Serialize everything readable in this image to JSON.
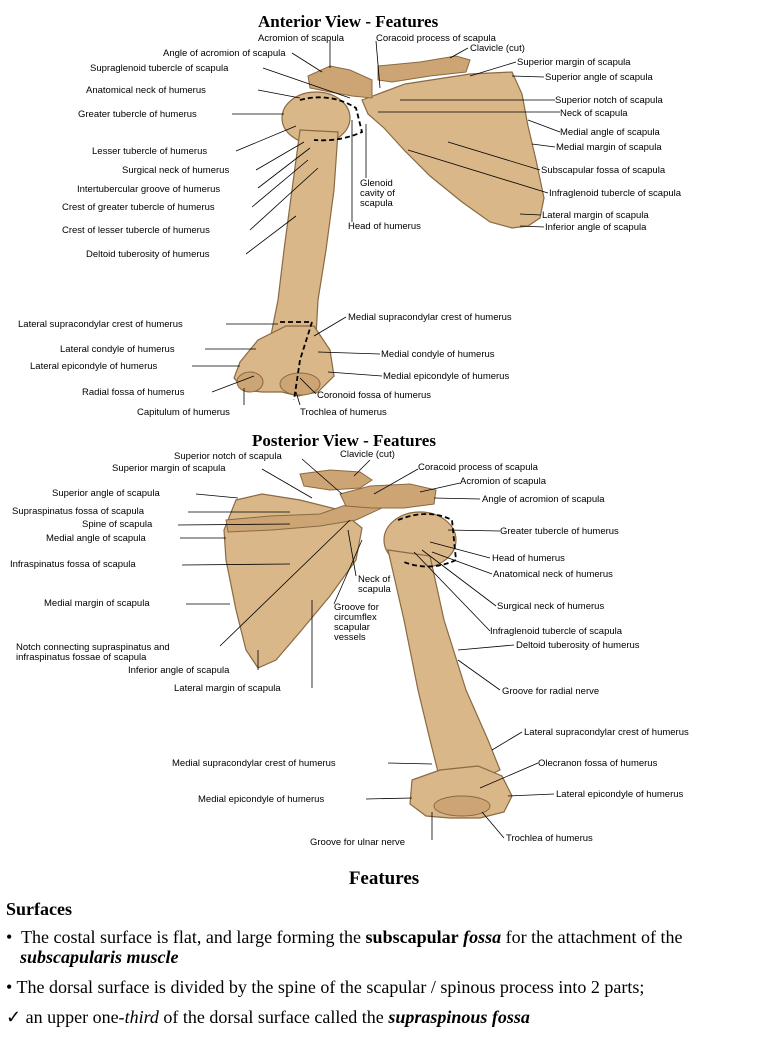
{
  "figure": {
    "anterior": {
      "title": "Anterior View - Features",
      "labels": {
        "acromion": "Acromion of scapula",
        "coracoid": "Coracoid process of scapula",
        "angle_acromion": "Angle of acromion of scapula",
        "clavicle": "Clavicle (cut)",
        "supraglenoid": "Supraglenoid tubercle of scapula",
        "superior_margin": "Superior margin of scapula",
        "superior_angle": "Superior angle of scapula",
        "anatomical_neck": "Anatomical neck of humerus",
        "superior_notch": "Superior notch of scapula",
        "greater_tubercle": "Greater tubercle of humerus",
        "neck_scapula": "Neck of scapula",
        "medial_angle": "Medial angle of scapula",
        "lesser_tubercle": "Lesser tubercle of humerus",
        "medial_margin": "Medial margin of scapula",
        "surgical_neck": "Surgical neck of humerus",
        "subscapular_fossa": "Subscapular fossa of scapula",
        "intertubercular": "Intertubercular groove of humerus",
        "glenoid_1": "Glenoid",
        "glenoid_2": "cavity of",
        "glenoid_3": "scapula",
        "infraglenoid": "Infraglenoid tubercle of scapula",
        "crest_greater": "Crest of greater tubercle of humerus",
        "lateral_margin": "Lateral margin of scapula",
        "crest_lesser": "Crest of lesser tubercle of humerus",
        "head_humerus": "Head of humerus",
        "inferior_angle": "Inferior angle of scapula",
        "deltoid": "Deltoid tuberosity of humerus",
        "lat_supracondylar": "Lateral supracondylar crest of humerus",
        "med_supracondylar": "Medial supracondylar crest of humerus",
        "lat_condyle": "Lateral condyle of humerus",
        "med_condyle": "Medial condyle of humerus",
        "lat_epicondyle": "Lateral epicondyle of humerus",
        "med_epicondyle": "Medial epicondyle of humerus",
        "radial_fossa": "Radial fossa of humerus",
        "coronoid_fossa": "Coronoid fossa of humerus",
        "capitulum": "Capitulum of humerus",
        "trochlea": "Trochlea of humerus"
      }
    },
    "posterior": {
      "title": "Posterior View - Features",
      "labels": {
        "superior_notch": "Superior notch of scapula",
        "clavicle": "Clavicle (cut)",
        "superior_margin": "Superior margin of scapula",
        "coracoid": "Coracoid process of scapula",
        "acromion": "Acromion of scapula",
        "superior_angle": "Superior angle of scapula",
        "angle_acromion": "Angle of acromion of scapula",
        "supraspinatus": "Supraspinatus fossa of scapula",
        "spine": "Spine of scapula",
        "greater_tubercle": "Greater tubercle of humerus",
        "medial_angle": "Medial angle of scapula",
        "head_humerus": "Head of humerus",
        "infraspinatus": "Infraspinatus fossa of scapula",
        "anatomical_neck": "Anatomical neck of humerus",
        "neck_1": "Neck of",
        "neck_2": "scapula",
        "medial_margin": "Medial margin of scapula",
        "groove_1": "Groove for",
        "groove_2": "circumflex",
        "groove_3": "scapular",
        "groove_4": "vessels",
        "surgical_neck": "Surgical neck of humerus",
        "infraglenoid": "Infraglenoid tubercle of scapula",
        "notch_1": "Notch connecting supraspinatus and",
        "notch_2": "infraspinatus fossae of scapula",
        "deltoid": "Deltoid tuberosity of humerus",
        "inferior_angle": "Inferior angle of scapula",
        "lateral_margin": "Lateral margin of scapula",
        "radial_groove": "Groove for radial nerve",
        "lat_supracondylar": "Lateral supracondylar crest of humerus",
        "med_supracondylar": "Medial supracondylar crest of humerus",
        "olecranon": "Olecranon fossa of humerus",
        "lat_epicondyle": "Lateral epicondyle of humerus",
        "med_epicondyle": "Medial epicondyle of humerus",
        "trochlea": "Trochlea of humerus",
        "ulnar_groove": "Groove for ulnar nerve"
      }
    }
  },
  "caption": "Features",
  "section": {
    "heading": "Surfaces",
    "bullet1": {
      "mark": "•",
      "pre": "The costal surface is flat, and large forming the ",
      "b1": "subscapular",
      "b2": "fossa",
      "mid": " for the attachment of the ",
      "b3": "subscapularis muscle"
    },
    "bullet2": {
      "mark": "•",
      "text": "The dorsal surface is divided by the spine of the scapular / spinous process into 2 parts;"
    },
    "check1": {
      "mark": "✓",
      "pre": "an upper one-",
      "i1": "third",
      "mid": " of the dorsal surface called the ",
      "b1": "supraspinous fossa"
    }
  }
}
